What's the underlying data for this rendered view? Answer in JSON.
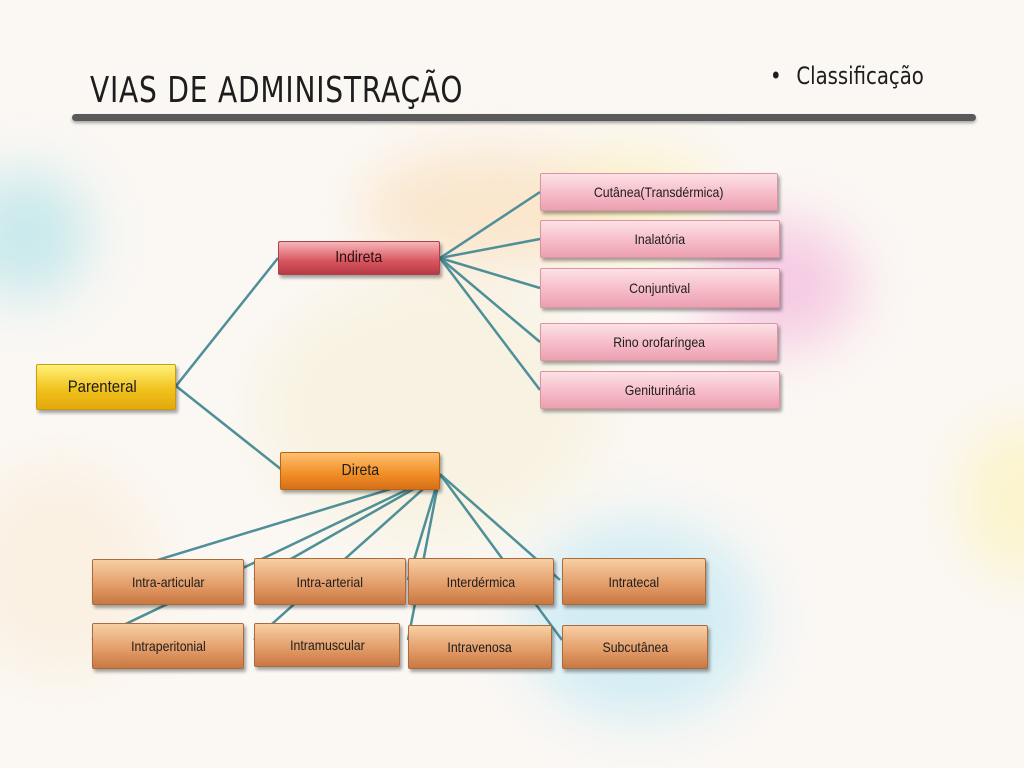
{
  "slide": {
    "title": "VIAS DE ADMINISTRAÇÃO",
    "bullet": "Classificação"
  },
  "diagram": {
    "root": "Parenteral",
    "branches": {
      "indireta": "Indireta",
      "direta": "Direta"
    },
    "indireta_children": [
      "Cutânea(Transdérmica)",
      "Inalatória",
      "Conjuntival",
      "Rino orofaríngea",
      "Geniturinária"
    ],
    "direta_children": [
      "Intra-articular",
      "Intra-arterial",
      "Interdérmica",
      "Intratecal",
      "Intraperitonial",
      "Intramuscular",
      "Intravenosa",
      "Subcutânea"
    ]
  },
  "colors": {
    "connector": "#4f8f98",
    "root": "#f1c21d",
    "indireta": "#d7555f",
    "direta": "#f08d24",
    "indireta_child": "#f5b9c5",
    "direta_child": "#e29a66"
  }
}
